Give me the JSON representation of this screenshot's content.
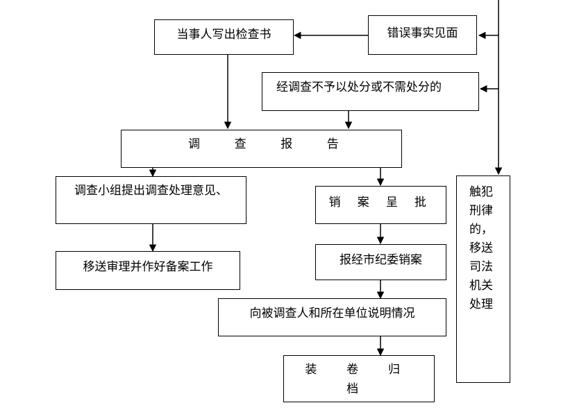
{
  "nodes": {
    "writer": "当事人写出检查书",
    "error_fact": "错误事实见面",
    "no_punish": "经调查不予以处分或不需处分的",
    "report": "调 查 报 告",
    "group_opinion": "调查小组提出调查处理意见、",
    "close_case_approval": "销 案 呈 批",
    "transfer_review": "移送审理并作好备案工作",
    "report_discipline": "报经市纪委销案",
    "explain_situation": "向被调查人和所在单位说明情况",
    "archive": "装 卷 归 档",
    "criminal": "触犯刑律的，移送司法机关处理"
  }
}
